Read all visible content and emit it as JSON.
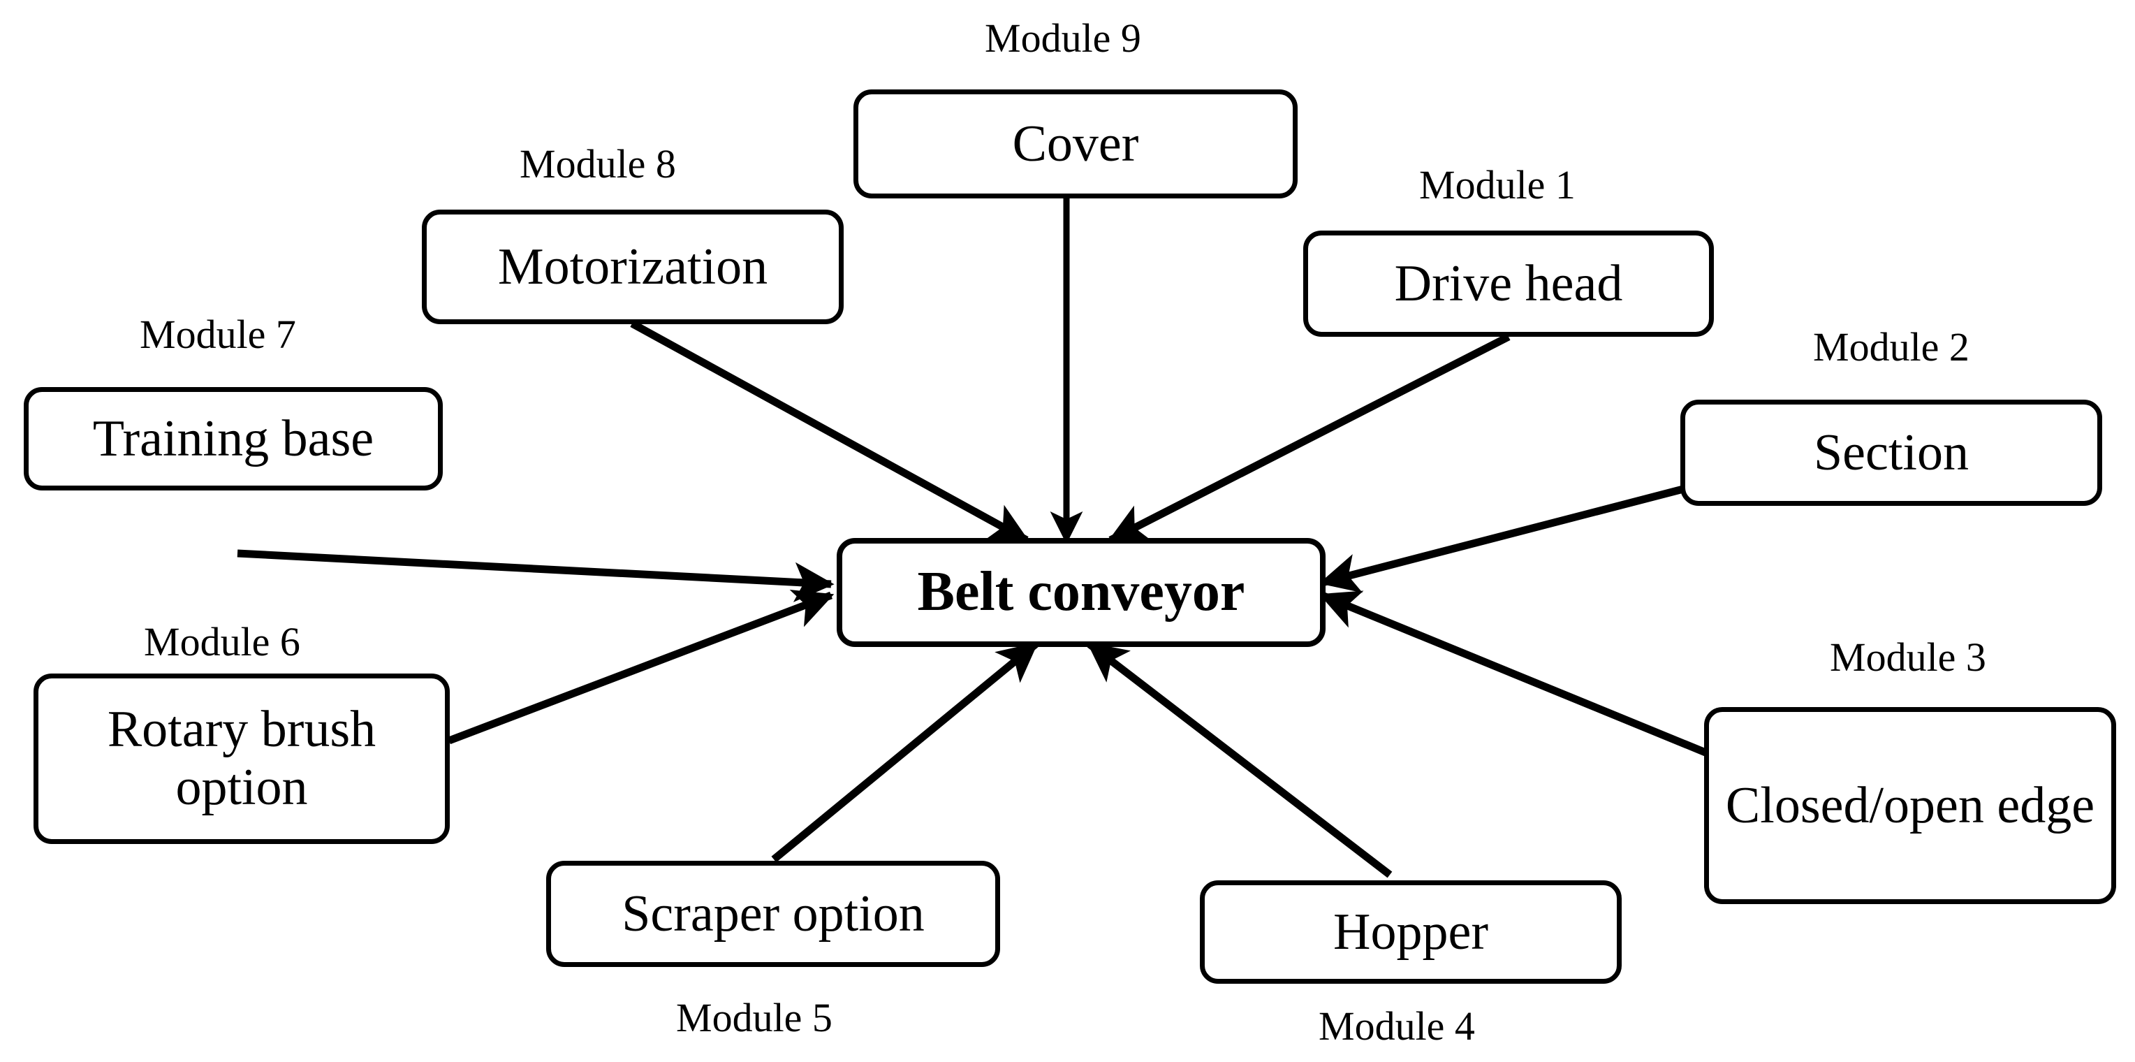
{
  "diagram": {
    "type": "hub-and-spoke",
    "title_node": "Belt conveyor",
    "center": {
      "label": "Belt conveyor",
      "name": "center-node-belt-conveyor"
    },
    "nodes": [
      {
        "id": "module-1",
        "module_label": "Module 1",
        "label": "Drive head",
        "position": "top-right"
      },
      {
        "id": "module-2",
        "module_label": "Module 2",
        "label": "Section",
        "position": "right-upper"
      },
      {
        "id": "module-3",
        "module_label": "Module 3",
        "label": "Closed/open edge",
        "position": "right-lower"
      },
      {
        "id": "module-4",
        "module_label": "Module 4",
        "label": "Hopper",
        "position": "bottom-right"
      },
      {
        "id": "module-5",
        "module_label": "Module 5",
        "label": "Scraper option",
        "position": "bottom-left"
      },
      {
        "id": "module-6",
        "module_label": "Module 6",
        "label": "Rotary brush option",
        "position": "left-lower"
      },
      {
        "id": "module-7",
        "module_label": "Module 7",
        "label": "Training base",
        "position": "left-upper"
      },
      {
        "id": "module-8",
        "module_label": "Module 8",
        "label": "Motorization",
        "position": "top-left"
      },
      {
        "id": "module-9",
        "module_label": "Module 9",
        "label": "Cover",
        "position": "top-center"
      }
    ],
    "edges": [
      {
        "from": "module-9",
        "to": "center",
        "style": "arrow-vertical"
      },
      {
        "from": "module-8",
        "to": "center",
        "style": "arrow-diagonal"
      },
      {
        "from": "module-7",
        "to": "center",
        "style": "arrow-diagonal"
      },
      {
        "from": "module-6",
        "to": "center",
        "style": "arrow-diagonal"
      },
      {
        "from": "module-5",
        "to": "center",
        "style": "arrow-diagonal"
      },
      {
        "from": "module-4",
        "to": "center",
        "style": "arrow-diagonal"
      },
      {
        "from": "module-3",
        "to": "center",
        "style": "arrow-diagonal"
      },
      {
        "from": "module-2",
        "to": "center",
        "style": "arrow-diagonal"
      },
      {
        "from": "module-1",
        "to": "center",
        "style": "arrow-diagonal"
      }
    ],
    "colors": {
      "stroke": "#000000",
      "fill": "#ffffff",
      "text": "#000000"
    }
  }
}
